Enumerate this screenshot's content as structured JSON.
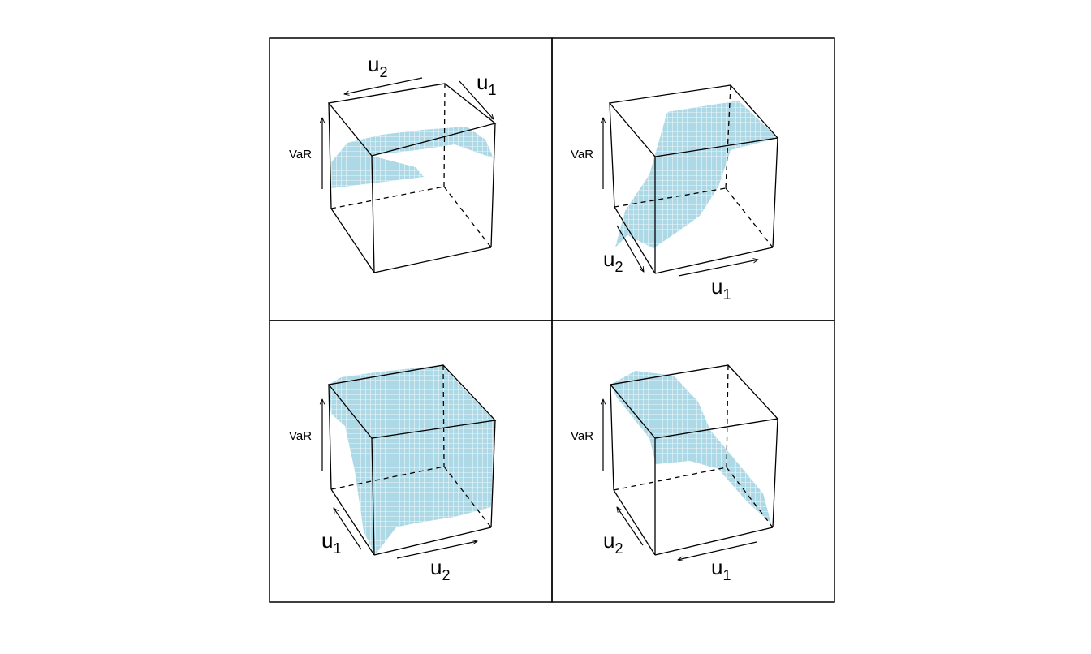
{
  "chart_data": [
    {
      "type": "surface",
      "zlabel": "VaR",
      "axis_labels": [
        {
          "base": "u",
          "sub": "2"
        },
        {
          "base": "u",
          "sub": "1"
        }
      ],
      "surface_color": "#add8e6",
      "box_color": "#000000"
    },
    {
      "type": "surface",
      "zlabel": "VaR",
      "axis_labels": [
        {
          "base": "u",
          "sub": "2"
        },
        {
          "base": "u",
          "sub": "1"
        }
      ],
      "surface_color": "#add8e6",
      "box_color": "#000000"
    },
    {
      "type": "surface",
      "zlabel": "VaR",
      "axis_labels": [
        {
          "base": "u",
          "sub": "1"
        },
        {
          "base": "u",
          "sub": "2"
        }
      ],
      "surface_color": "#add8e6",
      "box_color": "#000000"
    },
    {
      "type": "surface",
      "zlabel": "VaR",
      "axis_labels": [
        {
          "base": "u",
          "sub": "2"
        },
        {
          "base": "u",
          "sub": "1"
        }
      ],
      "surface_color": "#add8e6",
      "box_color": "#000000"
    }
  ]
}
